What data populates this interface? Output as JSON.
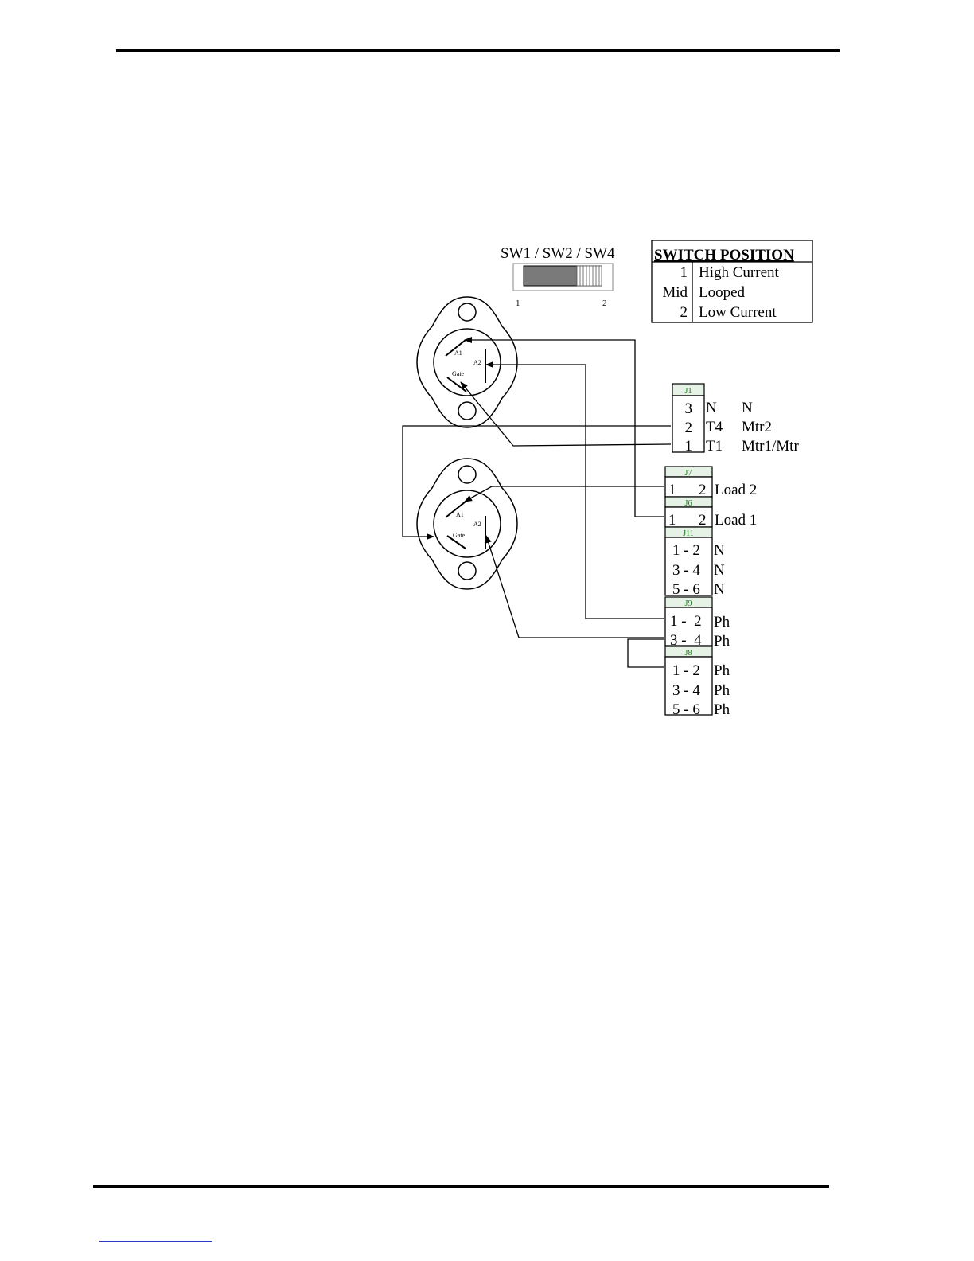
{
  "switch": {
    "label": "SW1 / SW2 / SW4",
    "pos_left": "1",
    "pos_right": "2"
  },
  "switch_table": {
    "title": "SWITCH POSITION",
    "rows": [
      {
        "pos": "1",
        "desc": "High Current"
      },
      {
        "pos": "Mid",
        "desc": "Looped"
      },
      {
        "pos": "2",
        "desc": "Low Current"
      }
    ]
  },
  "triacs": [
    {
      "a1": "A1",
      "a2": "A2",
      "gate": "Gate"
    },
    {
      "a1": "A1",
      "a2": "A2",
      "gate": "Gate"
    }
  ],
  "connectors": {
    "j1": {
      "name": "J1",
      "rows": [
        {
          "pin": "3",
          "term": "N",
          "func": "N"
        },
        {
          "pin": "2",
          "term": "T4",
          "func": "Mtr2"
        },
        {
          "pin": "1",
          "term": "T1",
          "func": "Mtr1/Mtr"
        }
      ]
    },
    "j7": {
      "name": "J7",
      "pin_a": "1",
      "pin_b": "2",
      "label": "Load 2"
    },
    "j6": {
      "name": "J6",
      "pin_a": "1",
      "pin_b": "2",
      "label": "Load 1"
    },
    "j11": {
      "name": "J11",
      "rows": [
        {
          "pins": "1 - 2",
          "label": "N"
        },
        {
          "pins": "3 - 4",
          "label": "N"
        },
        {
          "pins": "5 - 6",
          "label": "N"
        }
      ]
    },
    "j9": {
      "name": "J9",
      "rows": [
        {
          "pins": "1 -  2",
          "label": "Ph"
        },
        {
          "pins": "3 -  4",
          "label": "Ph"
        }
      ]
    },
    "j8": {
      "name": "J8",
      "rows": [
        {
          "pins": "1 - 2",
          "label": "Ph"
        },
        {
          "pins": "3 - 4",
          "label": "Ph"
        },
        {
          "pins": "5 - 6",
          "label": "Ph"
        }
      ]
    }
  }
}
